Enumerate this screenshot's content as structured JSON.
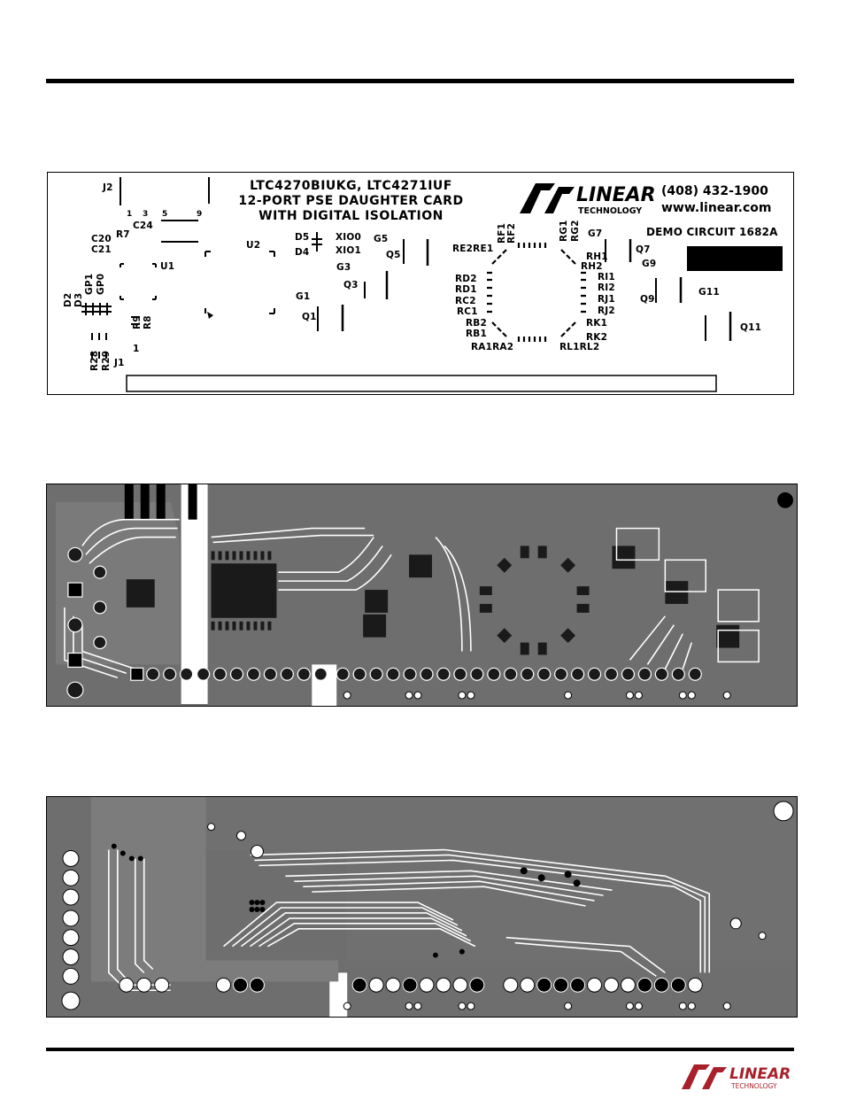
{
  "silkscreen": {
    "title_line1": "LTC4270BIUKG, LTC4271IUF",
    "title_line2": "12-PORT PSE DAUGHTER CARD",
    "title_line3": "WITH DIGITAL ISOLATION",
    "phone": "(408) 432-1900",
    "website": "www.linear.com",
    "demo_circuit": "DEMO CIRCUIT 1682A",
    "logo_word": "LINEAR",
    "logo_sub": "TECHNOLOGY",
    "labels": {
      "j2": "J2",
      "pin1": "1",
      "pin3": "3",
      "pin5": "5",
      "pin9": "9",
      "c24": "C24",
      "r7": "R7",
      "c20": "C20",
      "c21": "C21",
      "u1": "U1",
      "u2": "U2",
      "d5": "D5",
      "d4": "D4",
      "xio0": "XIO0",
      "xio1": "XIO1",
      "g5": "G5",
      "q5": "Q5",
      "g3": "G3",
      "q3": "Q3",
      "g1": "G1",
      "q1": "Q1",
      "gp1": "GP1",
      "gp0": "GP0",
      "d2": "D2",
      "d3": "D3",
      "r9": "R9",
      "r8": "R8",
      "r28": "R28",
      "r29": "R29",
      "j1": "J1",
      "j1_pin1": "1",
      "re2re1": "RE2RE1",
      "rf1": "RF1",
      "rf2": "RF2",
      "rg1": "RG1",
      "rg2": "RG2",
      "g7": "G7",
      "rh1": "RH1",
      "rh2": "RH2",
      "q7": "Q7",
      "g9": "G9",
      "rd2": "RD2",
      "rd1": "RD1",
      "rc2": "RC2",
      "rc1": "RC1",
      "rb2": "RB2",
      "rb1": "RB1",
      "ra1ra2": "RA1RA2",
      "rl1rl2": "RL1RL2",
      "ri1": "RI1",
      "ri2": "RI2",
      "rj1": "RJ1",
      "rj2": "RJ2",
      "rk1": "RK1",
      "rk2": "RK2",
      "q9": "Q9",
      "g11": "G11",
      "q11": "Q11"
    }
  },
  "footer": {
    "logo_word": "LINEAR",
    "logo_sub": "TECHNOLOGY"
  }
}
